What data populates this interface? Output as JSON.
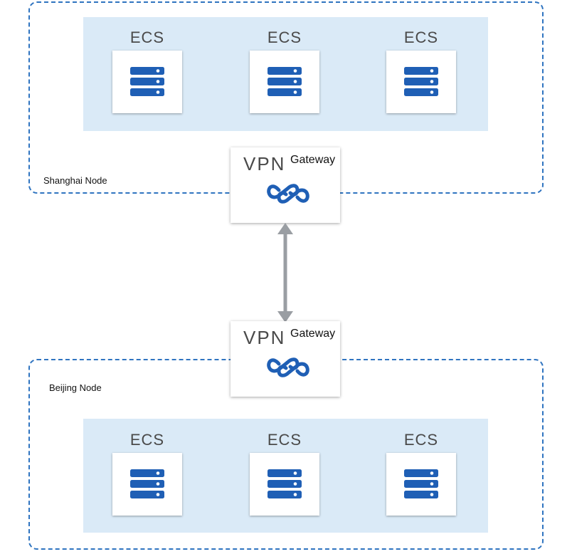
{
  "shanghai": {
    "label": "Shanghai Node",
    "servers": [
      {
        "label": "ECS"
      },
      {
        "label": "ECS"
      },
      {
        "label": "ECS"
      }
    ],
    "gateway": {
      "vpn": "VPN",
      "gateway": "Gateway"
    }
  },
  "beijing": {
    "label": "Beijing Node",
    "servers": [
      {
        "label": "ECS"
      },
      {
        "label": "ECS"
      },
      {
        "label": "ECS"
      }
    ],
    "gateway": {
      "vpn": "VPN",
      "gateway": "Gateway"
    }
  },
  "colors": {
    "frame": "#2f74c0",
    "ecs_area": "#daeaf7",
    "icon": "#1f5fb5",
    "arrow": "#9a9ea3"
  },
  "icons": {
    "server": "server-icon",
    "vpn": "vpn-gateway-icon",
    "link": "bidirectional-arrow"
  }
}
